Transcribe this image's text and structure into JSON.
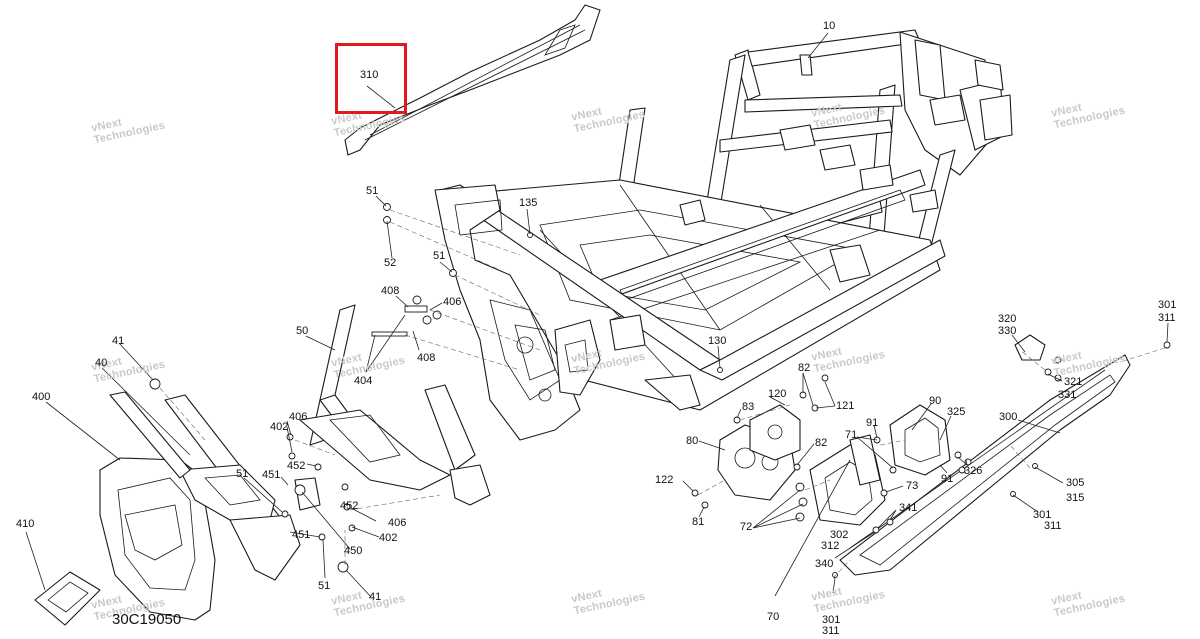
{
  "diagram": {
    "code": "30C19050",
    "highlight_color": "#e0181f",
    "watermark": [
      "vNext",
      "Technologies"
    ],
    "labels": [
      {
        "text": "10"
      },
      {
        "text": "310"
      },
      {
        "text": "135"
      },
      {
        "text": "51"
      },
      {
        "text": "52"
      },
      {
        "text": "51"
      },
      {
        "text": "408"
      },
      {
        "text": "406"
      },
      {
        "text": "50"
      },
      {
        "text": "408"
      },
      {
        "text": "404"
      },
      {
        "text": "41"
      },
      {
        "text": "40"
      },
      {
        "text": "400"
      },
      {
        "text": "406"
      },
      {
        "text": "402"
      },
      {
        "text": "452"
      },
      {
        "text": "451"
      },
      {
        "text": "51"
      },
      {
        "text": "452"
      },
      {
        "text": "406"
      },
      {
        "text": "402"
      },
      {
        "text": "451"
      },
      {
        "text": "450"
      },
      {
        "text": "51"
      },
      {
        "text": "41"
      },
      {
        "text": "410"
      },
      {
        "text": "130"
      },
      {
        "text": "82"
      },
      {
        "text": "120"
      },
      {
        "text": "121"
      },
      {
        "text": "83"
      },
      {
        "text": "80"
      },
      {
        "text": "82"
      },
      {
        "text": "122"
      },
      {
        "text": "81"
      },
      {
        "text": "71"
      },
      {
        "text": "73"
      },
      {
        "text": "72"
      },
      {
        "text": "302"
      },
      {
        "text": "312"
      },
      {
        "text": "341"
      },
      {
        "text": "340"
      },
      {
        "text": "70"
      },
      {
        "text": "301"
      },
      {
        "text": "311"
      },
      {
        "text": "91"
      },
      {
        "text": "90"
      },
      {
        "text": "325"
      },
      {
        "text": "91"
      },
      {
        "text": "326"
      },
      {
        "text": "300"
      },
      {
        "text": "305"
      },
      {
        "text": "315"
      },
      {
        "text": "301"
      },
      {
        "text": "311"
      },
      {
        "text": "320"
      },
      {
        "text": "330"
      },
      {
        "text": "321"
      },
      {
        "text": "331"
      },
      {
        "text": "301"
      },
      {
        "text": "311"
      }
    ]
  }
}
